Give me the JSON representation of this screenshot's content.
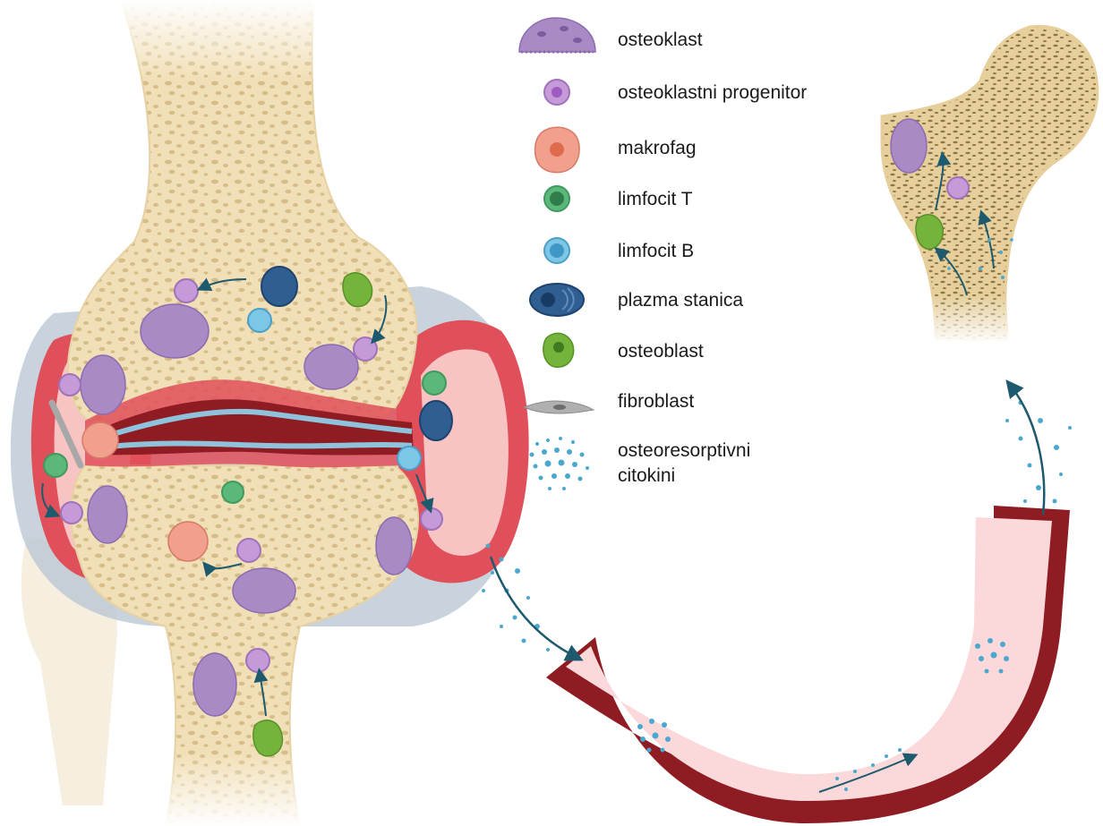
{
  "legend": {
    "items": [
      {
        "key": "osteoclast",
        "label": "osteoklast",
        "color": "#a98ac4"
      },
      {
        "key": "osteoclast-progenitor",
        "label": "osteoklastni progenitor",
        "color": "#c59ad9"
      },
      {
        "key": "macrophage",
        "label": "makrofag",
        "color": "#f0a08c"
      },
      {
        "key": "t-lymphocyte",
        "label": "limfocit T",
        "color": "#5cb87a"
      },
      {
        "key": "b-lymphocyte",
        "label": "limfocit B",
        "color": "#7cc6e6"
      },
      {
        "key": "plasma-cell",
        "label": "plazma stanica",
        "color": "#2f5f91"
      },
      {
        "key": "osteoblast",
        "label": "osteoblast",
        "color": "#74b43a"
      },
      {
        "key": "fibroblast",
        "label": "fibroblast",
        "color": "#9a9a9a"
      },
      {
        "key": "cytokines",
        "label_line1": "osteoresorptivni",
        "label_line2": "citokini",
        "color": "#4aa8cf"
      }
    ]
  },
  "colors": {
    "bone": "#f1dfb7",
    "bone_pore": "#d8c08c",
    "synovium_inflamed": "#e0505a",
    "joint_capsule": "#b6c4d2",
    "cartilage": "#8fc3db",
    "vessel_wall": "#8e1c22",
    "vessel_lumen": "#fbd9da",
    "arrow": "#1e5a6e"
  }
}
